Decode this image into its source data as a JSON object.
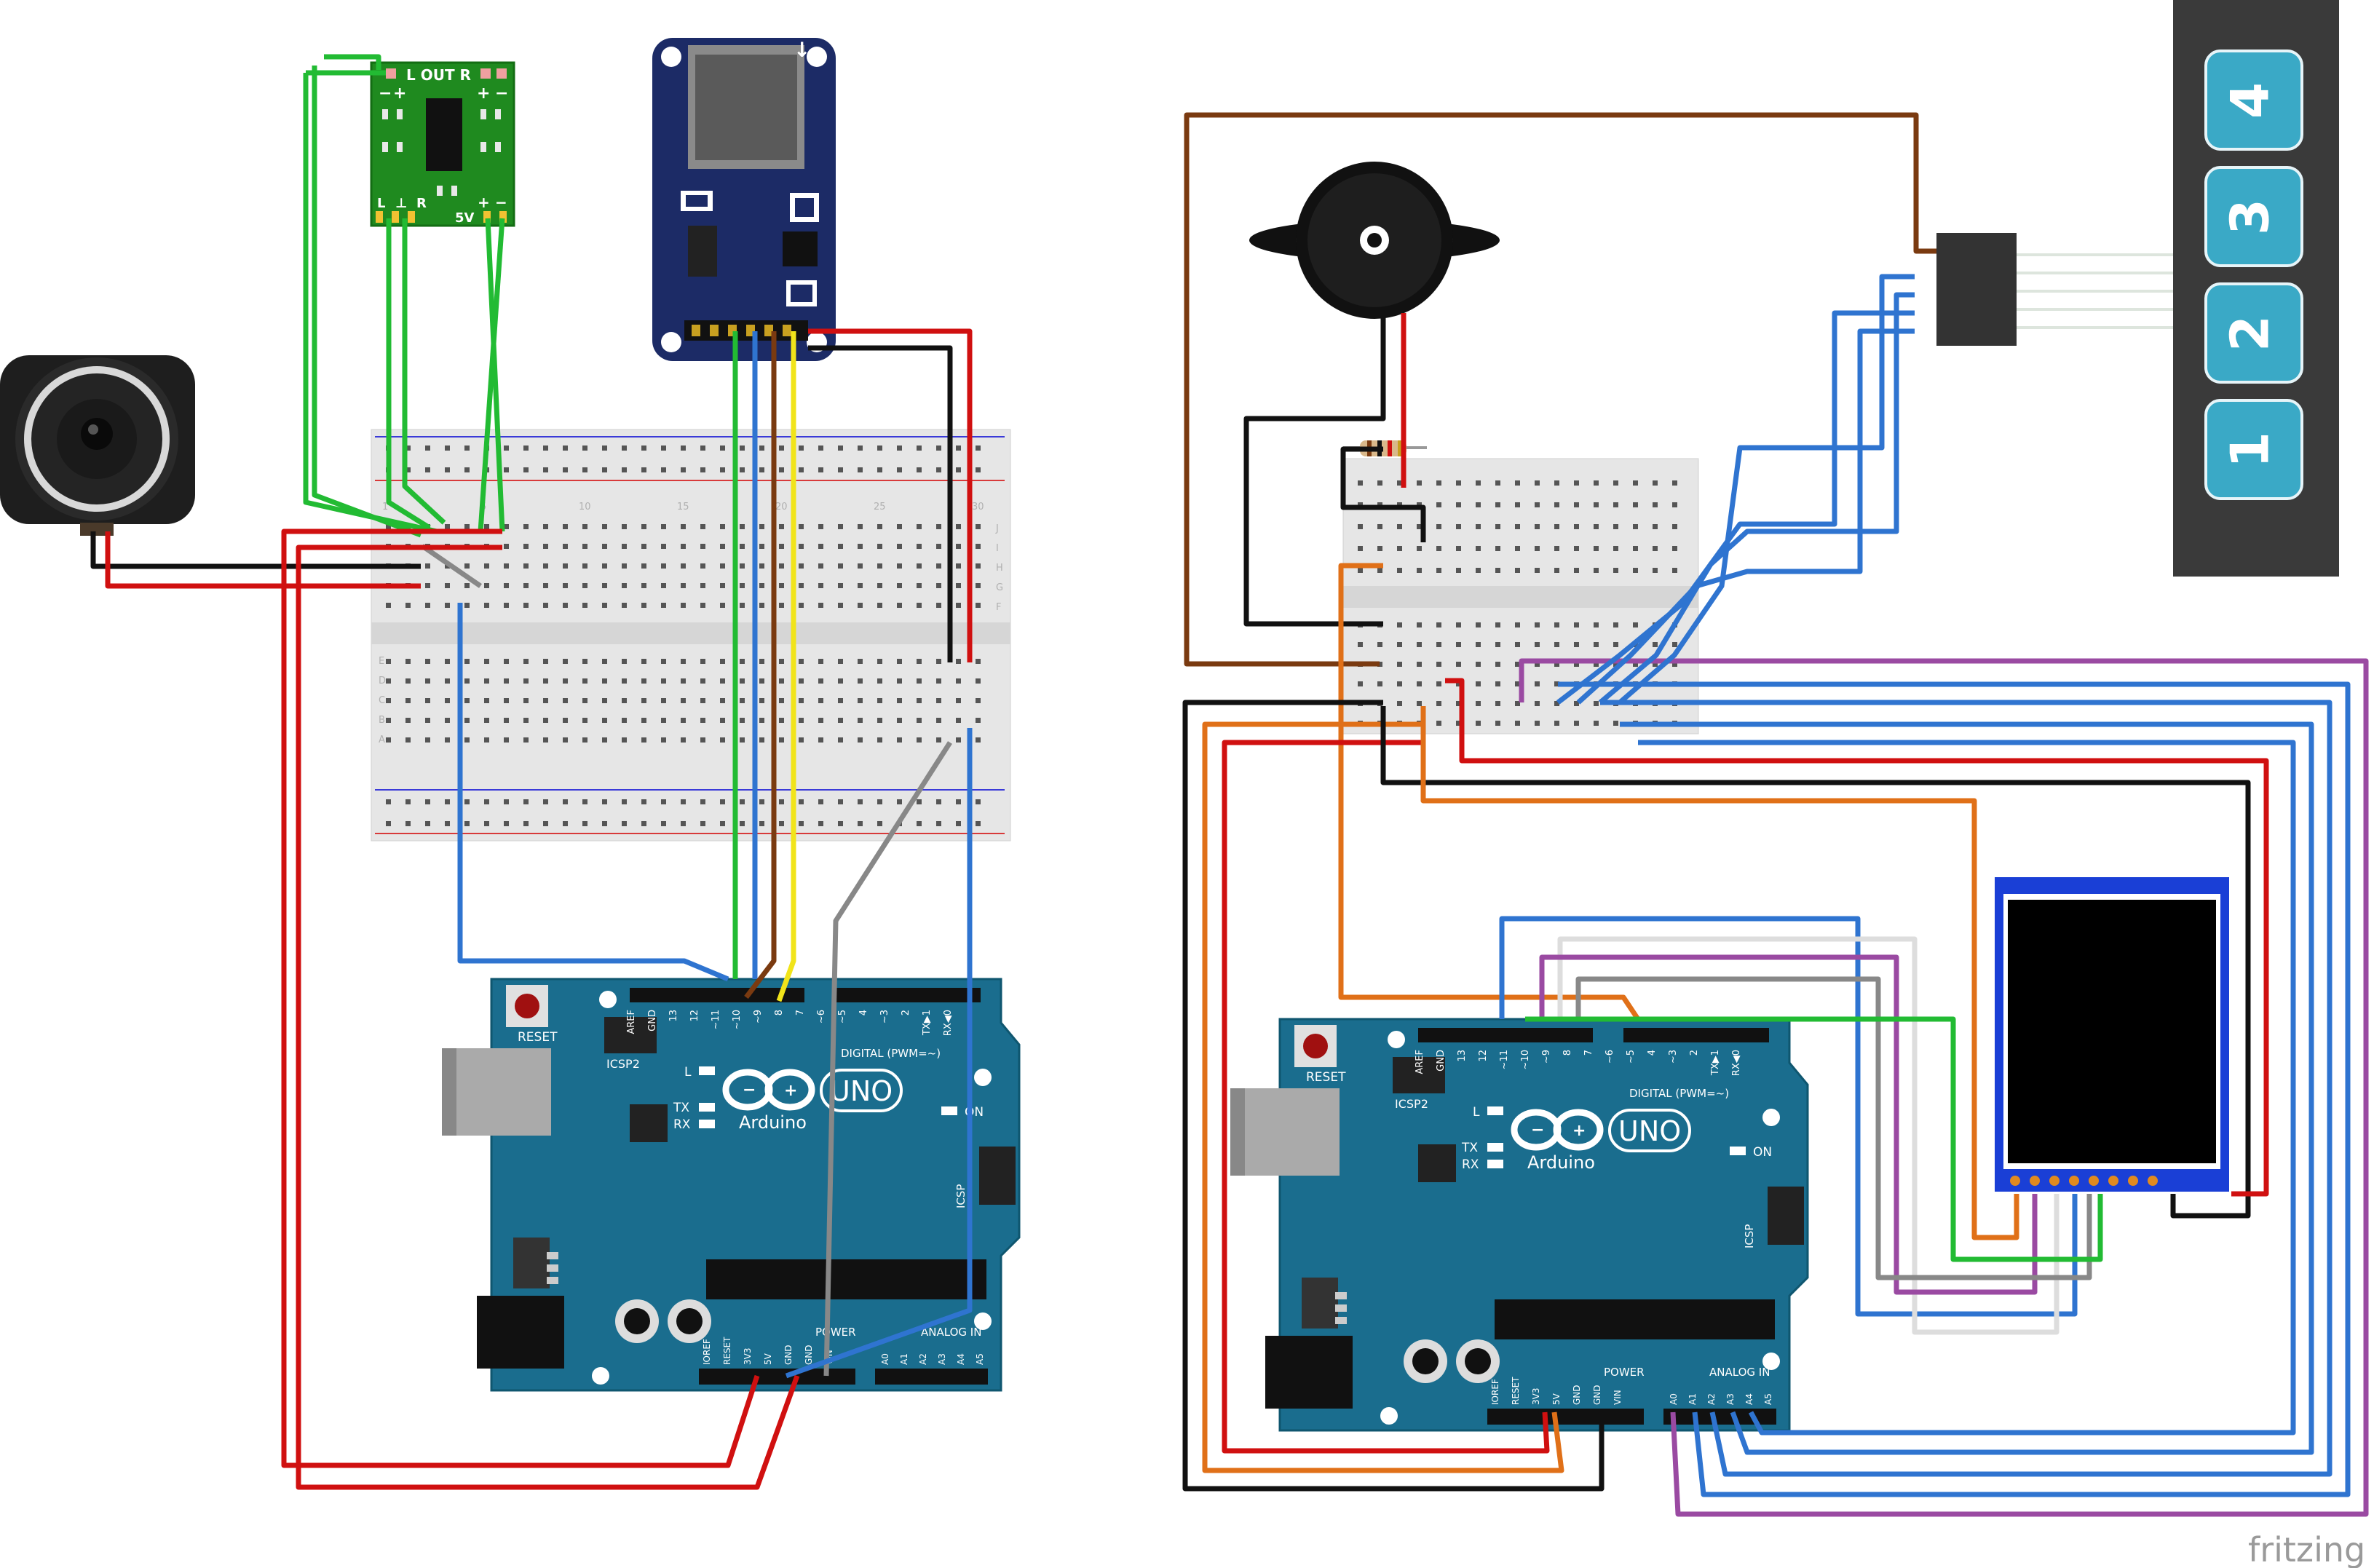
{
  "watermark": "fritzing",
  "colors": {
    "arduino": "#1a6d8e",
    "arduino_dark": "#0f566f",
    "amp_pcb": "#1f8a1f",
    "sd_pcb": "#1c2b66",
    "breadboard": "#e9e9e9",
    "keypad_bg": "#3a3a3a",
    "key": "#3aa9c6",
    "tft_frame": "#1a3fd6",
    "wire_red": "#d01010",
    "wire_black": "#111111",
    "wire_green": "#22bb33",
    "wire_blue": "#2f74d0",
    "wire_brown": "#7a3a10",
    "wire_yellow": "#f1e41a",
    "wire_grey": "#7c7c7c",
    "wire_orange": "#e07018",
    "wire_purple": "#9a4aa2",
    "wire_white": "#dddddd"
  },
  "left_circuit": {
    "amplifier": {
      "label_top": "L OUT R",
      "label_bottom_l": "L",
      "label_bottom_gnd": "⊥",
      "label_bottom_r": "R",
      "label_5v": "5V",
      "plus": "+",
      "minus": "−"
    },
    "sd_module": {
      "arrow": "↓"
    },
    "speaker": {},
    "breadboard": {
      "row_letters_top": [
        "J",
        "I",
        "H",
        "G",
        "F"
      ],
      "row_letters_bottom": [
        "E",
        "D",
        "C",
        "B",
        "A"
      ],
      "col_numbers": [
        "1",
        "5",
        "10",
        "15",
        "20",
        "25",
        "30"
      ]
    },
    "arduino": {
      "brand": "Arduino",
      "model": "UNO",
      "tm": "™",
      "reset": "RESET",
      "icsp2": "ICSP2",
      "icsp": "ICSP",
      "led_l": "L",
      "led_tx": "TX",
      "led_rx": "RX",
      "on": "ON",
      "digital_label": "DIGITAL (PWM=~)",
      "digital_pins": [
        "AREF",
        "GND",
        "13",
        "12",
        "~11",
        "~10",
        "~9",
        "8",
        "7",
        "~6",
        "~5",
        "4",
        "~3",
        "2",
        "TX▶1",
        "RX◀0"
      ],
      "power_label": "POWER",
      "power_pins": [
        "IOREF",
        "RESET",
        "3V3",
        "5V",
        "GND",
        "GND",
        "VIN"
      ],
      "analog_label": "ANALOG IN",
      "analog_pins": [
        "A0",
        "A1",
        "A2",
        "A3",
        "A4",
        "A5"
      ]
    }
  },
  "right_circuit": {
    "buzzer": {},
    "keypad": {
      "keys": [
        "4",
        "3",
        "2",
        "1"
      ]
    },
    "tft_display": {},
    "arduino": {
      "brand": "Arduino",
      "model": "UNO",
      "tm": "™",
      "reset": "RESET",
      "icsp2": "ICSP2",
      "icsp": "ICSP",
      "led_l": "L",
      "led_tx": "TX",
      "led_rx": "RX",
      "on": "ON",
      "digital_label": "DIGITAL (PWM=~)",
      "digital_pins": [
        "AREF",
        "GND",
        "13",
        "12",
        "~11",
        "~10",
        "~9",
        "8",
        "7",
        "~6",
        "~5",
        "4",
        "~3",
        "2",
        "TX▶1",
        "RX◀0"
      ],
      "power_label": "POWER",
      "power_pins": [
        "IOREF",
        "RESET",
        "3V3",
        "5V",
        "GND",
        "GND",
        "VIN"
      ],
      "analog_label": "ANALOG IN",
      "analog_pins": [
        "A0",
        "A1",
        "A2",
        "A3",
        "A4",
        "A5"
      ]
    }
  }
}
